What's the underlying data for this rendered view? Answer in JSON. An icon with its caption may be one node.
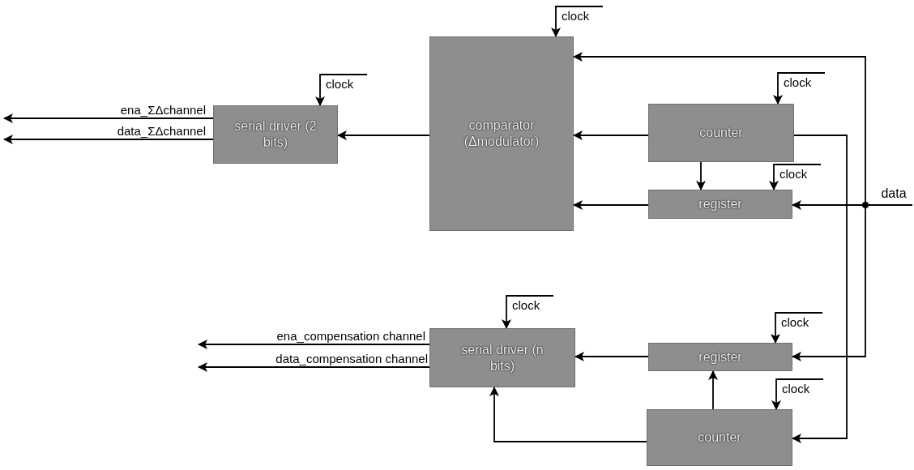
{
  "diagram": {
    "nodes": [
      {
        "text": [
          "serial driver (2 bits)"
        ]
      },
      {
        "text": [
          "comparator (Δmodulator)"
        ]
      },
      {
        "text": [
          "counter"
        ]
      },
      {
        "text": [
          "register"
        ]
      },
      {
        "text": [
          "serial driver (n bits)"
        ]
      },
      {
        "text": [
          "register"
        ]
      },
      {
        "text": [
          "counter"
        ]
      },
      {
        "text": [
          "data"
        ]
      }
    ],
    "edges": [
      {
        "from": 1,
        "to": 0,
        "arrow": "to"
      },
      {
        "from": 2,
        "to": 1,
        "arrow": "to"
      },
      {
        "from": 3,
        "to": 1,
        "arrow": "to"
      },
      {
        "from": 2,
        "to": 3,
        "arrow": "to"
      },
      {
        "from": 7,
        "to": 3,
        "arrow": "to"
      },
      {
        "from": 7,
        "to": 1,
        "arrow": "to"
      },
      {
        "from": 7,
        "to": 5,
        "arrow": "to"
      },
      {
        "from": 2,
        "to": 6,
        "arrow": "to"
      },
      {
        "from": 6,
        "to": 5,
        "arrow": "to"
      },
      {
        "from": 5,
        "to": 4,
        "arrow": "to"
      },
      {
        "from": 6,
        "to": 4,
        "arrow": "to"
      },
      {
        "from": 0,
        "to": null,
        "arrow": "to",
        "label": "ena_ΣΔchannel"
      },
      {
        "from": 0,
        "to": null,
        "arrow": "to",
        "label": "data_ΣΔchannel"
      },
      {
        "from": 4,
        "to": null,
        "arrow": "to",
        "label": "ena_compensation channel"
      },
      {
        "from": 4,
        "to": null,
        "arrow": "to",
        "label": "data_compensation channel"
      },
      {
        "from": null,
        "to": 0,
        "arrow": "to",
        "label": "clock"
      },
      {
        "from": null,
        "to": 1,
        "arrow": "to",
        "label": "clock"
      },
      {
        "from": null,
        "to": 2,
        "arrow": "to",
        "label": "clock"
      },
      {
        "from": null,
        "to": 3,
        "arrow": "to",
        "label": "clock"
      },
      {
        "from": null,
        "to": 4,
        "arrow": "to",
        "label": "clock"
      },
      {
        "from": null,
        "to": 5,
        "arrow": "to",
        "label": "clock"
      },
      {
        "from": null,
        "to": 6,
        "arrow": "to",
        "label": "clock"
      }
    ]
  }
}
